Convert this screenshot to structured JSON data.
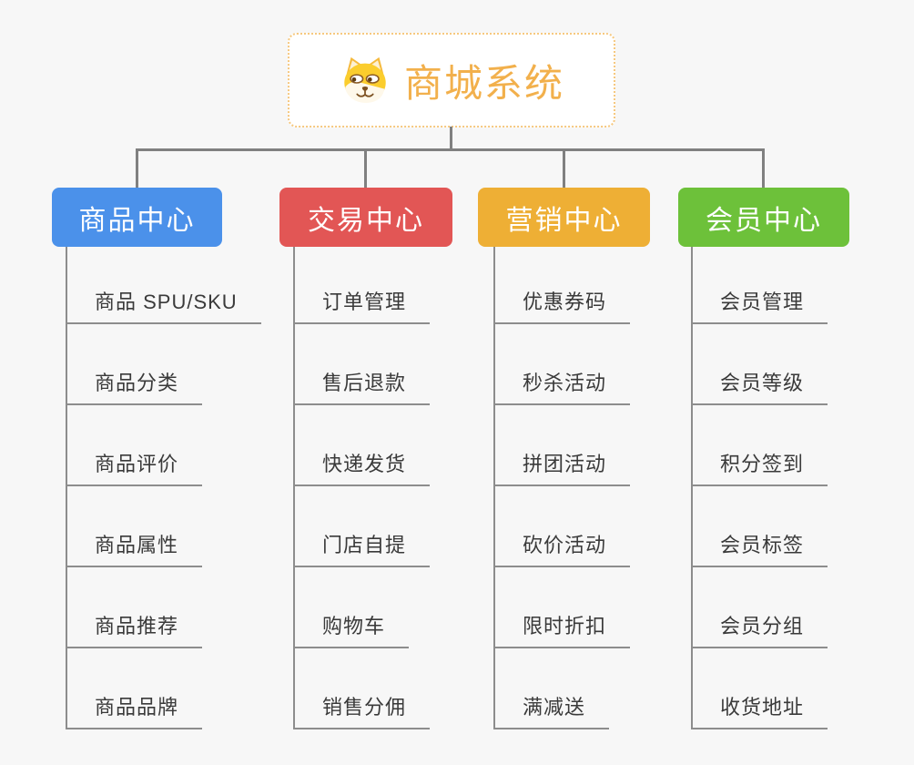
{
  "root": {
    "label": "商城系统",
    "icon": "dog-face-icon",
    "accent_color": "#f2b04c",
    "border_color": "#f6c87f",
    "background": "#ffffff"
  },
  "canvas": {
    "background_color": "#f7f7f7",
    "connector_color": "#808080",
    "leaf_line_color": "#8d8d8d",
    "leaf_text_color": "#3a3a3a"
  },
  "branches": [
    {
      "label": "商品中心",
      "color": "#4b91ea",
      "items": [
        "商品 SPU/SKU",
        "商品分类",
        "商品评价",
        "商品属性",
        "商品推荐",
        "商品品牌"
      ]
    },
    {
      "label": "交易中心",
      "color": "#e25655",
      "items": [
        "订单管理",
        "售后退款",
        "快递发货",
        "门店自提",
        "购物车",
        "销售分佣"
      ]
    },
    {
      "label": "营销中心",
      "color": "#eeaf35",
      "items": [
        "优惠券码",
        "秒杀活动",
        "拼团活动",
        "砍价活动",
        "限时折扣",
        "满减送"
      ]
    },
    {
      "label": "会员中心",
      "color": "#6dc13a",
      "items": [
        "会员管理",
        "会员等级",
        "积分签到",
        "会员标签",
        "会员分组",
        "收货地址"
      ]
    }
  ]
}
